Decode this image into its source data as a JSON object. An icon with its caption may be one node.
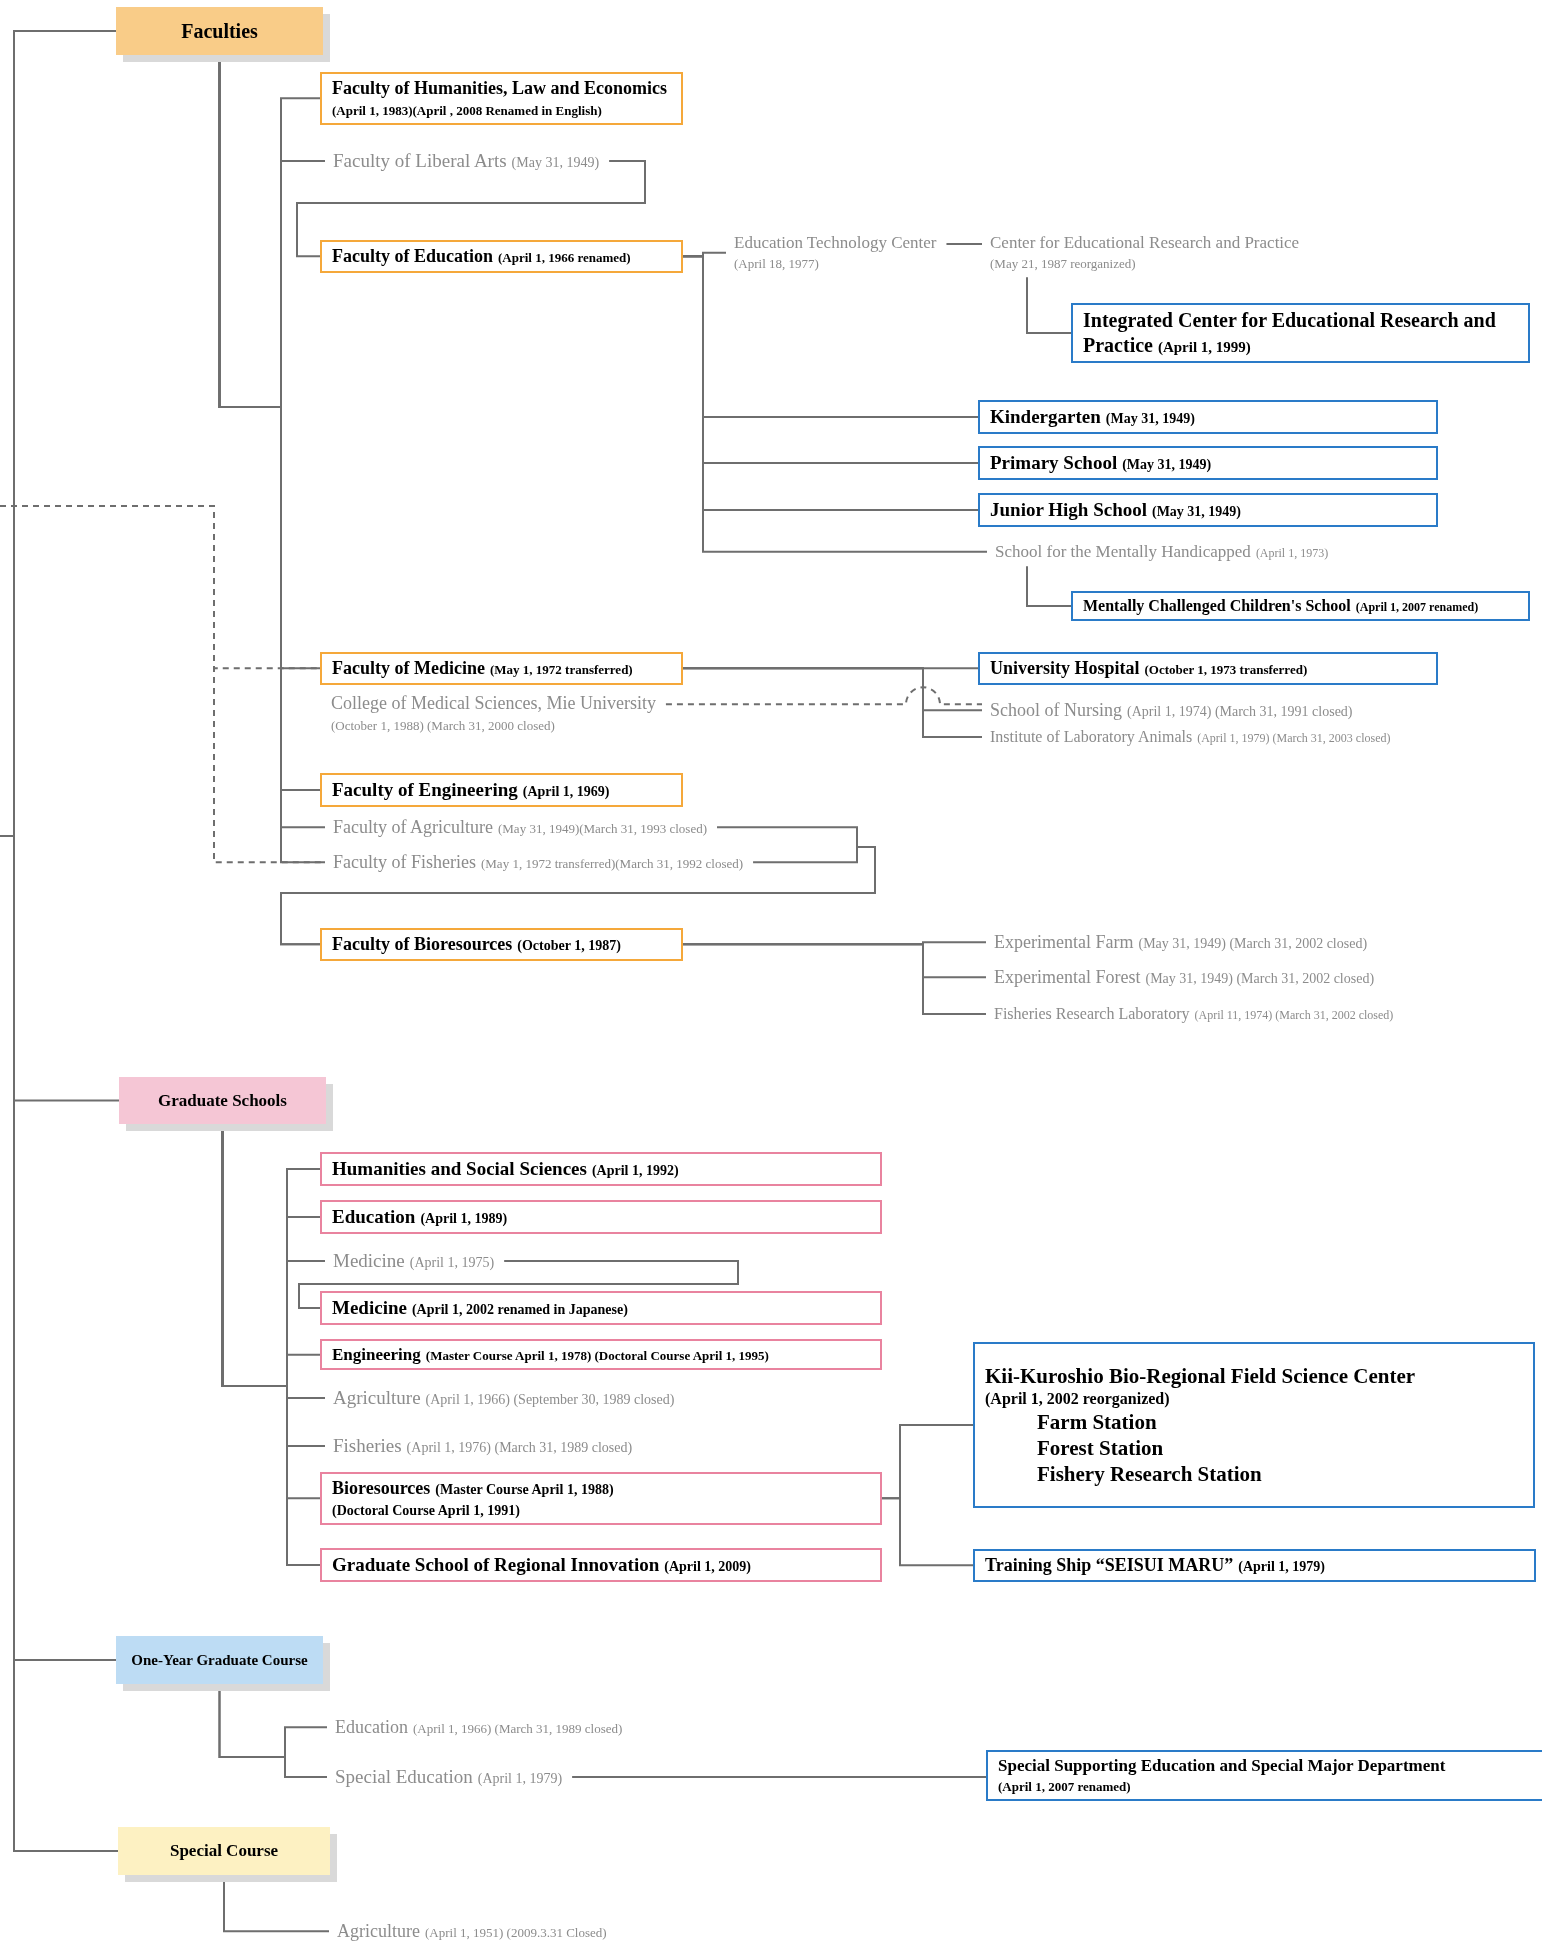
{
  "diagram": {
    "nodes": [
      {
        "text": [
          "Faculties"
        ]
      },
      {
        "text": [
          "Faculty of Humanities, Law and Economics",
          "(April 1, 1983)(April , 2008 Renamed in English)"
        ]
      },
      {
        "text": [
          "Faculty of Liberal Arts",
          "(May 31, 1949)"
        ]
      },
      {
        "text": [
          "Faculty of Education",
          "(April 1, 1966 renamed)"
        ]
      },
      {
        "text": [
          "Education Technology Center",
          "(April 18, 1977)"
        ]
      },
      {
        "text": [
          "Center for Educational Research and Practice",
          "(May 21, 1987 reorganized)"
        ]
      },
      {
        "text": [
          "Integrated Center for Educational Research and Practice",
          "(April 1, 1999)"
        ]
      },
      {
        "text": [
          "Kindergarten",
          "(May 31, 1949)"
        ]
      },
      {
        "text": [
          "Primary School",
          "(May 31, 1949)"
        ]
      },
      {
        "text": [
          "Junior High School",
          "(May 31, 1949)"
        ]
      },
      {
        "text": [
          "School for the Mentally Handicapped",
          "(April 1, 1973)"
        ]
      },
      {
        "text": [
          "Mentally Challenged Children's School",
          "(April 1, 2007 renamed)"
        ]
      },
      {
        "text": [
          "Faculty of Medicine",
          "(May 1, 1972 transferred)"
        ]
      },
      {
        "text": [
          "College of Medical Sciences, Mie University",
          "(October 1, 1988) (March 31, 2000 closed)"
        ]
      },
      {
        "text": [
          "University Hospital",
          "(October 1, 1973 transferred)"
        ]
      },
      {
        "text": [
          "School of Nursing",
          "(April 1, 1974) (March 31, 1991 closed)"
        ]
      },
      {
        "text": [
          "Institute of Laboratory Animals",
          "(April 1, 1979) (March 31, 2003 closed)"
        ]
      },
      {
        "text": [
          "Faculty of Engineering",
          "(April 1, 1969)"
        ]
      },
      {
        "text": [
          "Faculty of Agriculture",
          "(May 31, 1949)(March 31, 1993 closed)"
        ]
      },
      {
        "text": [
          "Faculty of Fisheries",
          "(May 1, 1972 transferred)(March 31, 1992 closed)"
        ]
      },
      {
        "text": [
          "Faculty of Bioresources",
          "(October 1, 1987)"
        ]
      },
      {
        "text": [
          "Experimental Farm",
          "(May 31, 1949) (March 31, 2002 closed)"
        ]
      },
      {
        "text": [
          "Experimental Forest",
          "(May 31, 1949) (March 31, 2002 closed)"
        ]
      },
      {
        "text": [
          "Fisheries Research Laboratory",
          "(April 11, 1974) (March 31, 2002 closed)"
        ]
      },
      {
        "text": [
          "Graduate Schools"
        ]
      },
      {
        "text": [
          "Humanities and Social Sciences",
          "(April 1, 1992)"
        ]
      },
      {
        "text": [
          "Education",
          "(April 1, 1989)"
        ]
      },
      {
        "text": [
          "Medicine",
          "(April 1, 1975)"
        ]
      },
      {
        "text": [
          "Medicine",
          "(April 1, 2002 renamed in Japanese)"
        ]
      },
      {
        "text": [
          "Engineering",
          "(Master Course April 1, 1978) (Doctoral Course April 1, 1995)"
        ]
      },
      {
        "text": [
          "Agriculture",
          "(April 1, 1966) (September 30, 1989 closed)"
        ]
      },
      {
        "text": [
          "Fisheries",
          "(April 1, 1976) (March 31, 1989 closed)"
        ]
      },
      {
        "text": [
          "Bioresources",
          "(Master Course April 1, 1988)",
          "(Doctoral Course April 1, 1991)"
        ]
      },
      {
        "text": [
          "Graduate School of Regional Innovation",
          "(April 1, 2009)"
        ]
      },
      {
        "text": [
          "Kii-Kuroshio Bio-Regional Field Science Center",
          "(April 1, 2002 reorganized)",
          "Farm Station",
          "Forest Station",
          "Fishery Research Station"
        ]
      },
      {
        "text": [
          "Training Ship “SEISUI MARU”",
          "(April 1, 1979)"
        ]
      },
      {
        "text": [
          "One-Year Graduate Course"
        ]
      },
      {
        "text": [
          "Education",
          "(April 1, 1966) (March 31, 1989 closed)"
        ]
      },
      {
        "text": [
          "Special Education",
          "(April 1, 1979)"
        ]
      },
      {
        "text": [
          "Special Supporting Education and Special Major Department",
          "(April 1, 2007 renamed)"
        ]
      },
      {
        "text": [
          "Special Course"
        ]
      },
      {
        "text": [
          "Agriculture",
          "(April 1, 1951) (2009.3.31 Closed)"
        ]
      }
    ],
    "edges": [
      {
        "from": null,
        "to": 0,
        "arrow": "none"
      },
      {
        "from": null,
        "to": 24,
        "arrow": "none"
      },
      {
        "from": null,
        "to": 36,
        "arrow": "none"
      },
      {
        "from": null,
        "to": 40,
        "arrow": "none"
      },
      {
        "from": null,
        "to": 12,
        "arrow": "none",
        "style": "dashed"
      },
      {
        "from": null,
        "to": 19,
        "arrow": "none",
        "style": "dashed"
      },
      {
        "from": 0,
        "to": 1,
        "arrow": "none"
      },
      {
        "from": 0,
        "to": 2,
        "arrow": "none"
      },
      {
        "from": 0,
        "to": 12,
        "arrow": "none"
      },
      {
        "from": 0,
        "to": 17,
        "arrow": "none"
      },
      {
        "from": 0,
        "to": 18,
        "arrow": "none"
      },
      {
        "from": 0,
        "to": 19,
        "arrow": "none"
      },
      {
        "from": 2,
        "to": 3,
        "arrow": "none"
      },
      {
        "from": 3,
        "to": 4,
        "arrow": "none"
      },
      {
        "from": 3,
        "to": 7,
        "arrow": "none"
      },
      {
        "from": 3,
        "to": 8,
        "arrow": "none"
      },
      {
        "from": 3,
        "to": 9,
        "arrow": "none"
      },
      {
        "from": 3,
        "to": 10,
        "arrow": "none"
      },
      {
        "from": 4,
        "to": 5,
        "arrow": "none"
      },
      {
        "from": 5,
        "to": 6,
        "arrow": "none"
      },
      {
        "from": 10,
        "to": 11,
        "arrow": "none"
      },
      {
        "from": 12,
        "to": 14,
        "arrow": "none"
      },
      {
        "from": 12,
        "to": 15,
        "arrow": "none"
      },
      {
        "from": 12,
        "to": 16,
        "arrow": "none"
      },
      {
        "from": 13,
        "to": 15,
        "arrow": "none",
        "style": "dashed"
      },
      {
        "from": 18,
        "to": 20,
        "arrow": "none"
      },
      {
        "from": 19,
        "to": 20,
        "arrow": "none"
      },
      {
        "from": 20,
        "to": 21,
        "arrow": "none"
      },
      {
        "from": 20,
        "to": 22,
        "arrow": "none"
      },
      {
        "from": 20,
        "to": 23,
        "arrow": "none"
      },
      {
        "from": 24,
        "to": 25,
        "arrow": "none"
      },
      {
        "from": 24,
        "to": 26,
        "arrow": "none"
      },
      {
        "from": 24,
        "to": 27,
        "arrow": "none"
      },
      {
        "from": 24,
        "to": 29,
        "arrow": "none"
      },
      {
        "from": 24,
        "to": 30,
        "arrow": "none"
      },
      {
        "from": 24,
        "to": 31,
        "arrow": "none"
      },
      {
        "from": 24,
        "to": 32,
        "arrow": "none"
      },
      {
        "from": 24,
        "to": 33,
        "arrow": "none"
      },
      {
        "from": 27,
        "to": 28,
        "arrow": "none"
      },
      {
        "from": 32,
        "to": 34,
        "arrow": "none"
      },
      {
        "from": 32,
        "to": 35,
        "arrow": "none"
      },
      {
        "from": 36,
        "to": 37,
        "arrow": "none"
      },
      {
        "from": 36,
        "to": 38,
        "arrow": "none"
      },
      {
        "from": 38,
        "to": 39,
        "arrow": "none"
      },
      {
        "from": 40,
        "to": 41,
        "arrow": "none"
      }
    ]
  }
}
